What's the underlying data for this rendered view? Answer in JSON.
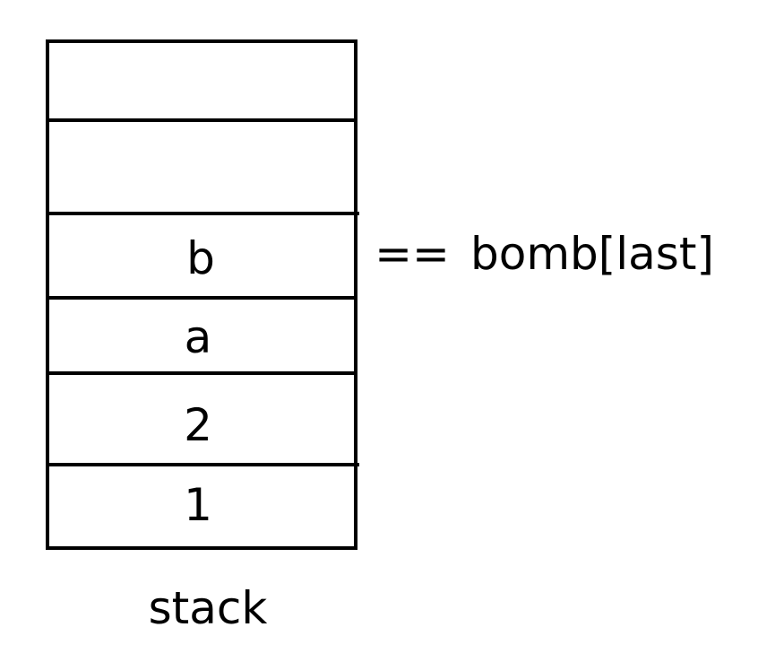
{
  "stack": {
    "caption": "stack",
    "cells": [
      {
        "value": ""
      },
      {
        "value": ""
      },
      {
        "value": "b"
      },
      {
        "value": "a"
      },
      {
        "value": "2"
      },
      {
        "value": "1"
      }
    ]
  },
  "comparison": {
    "operator": "==",
    "target": "bomb[last]"
  }
}
